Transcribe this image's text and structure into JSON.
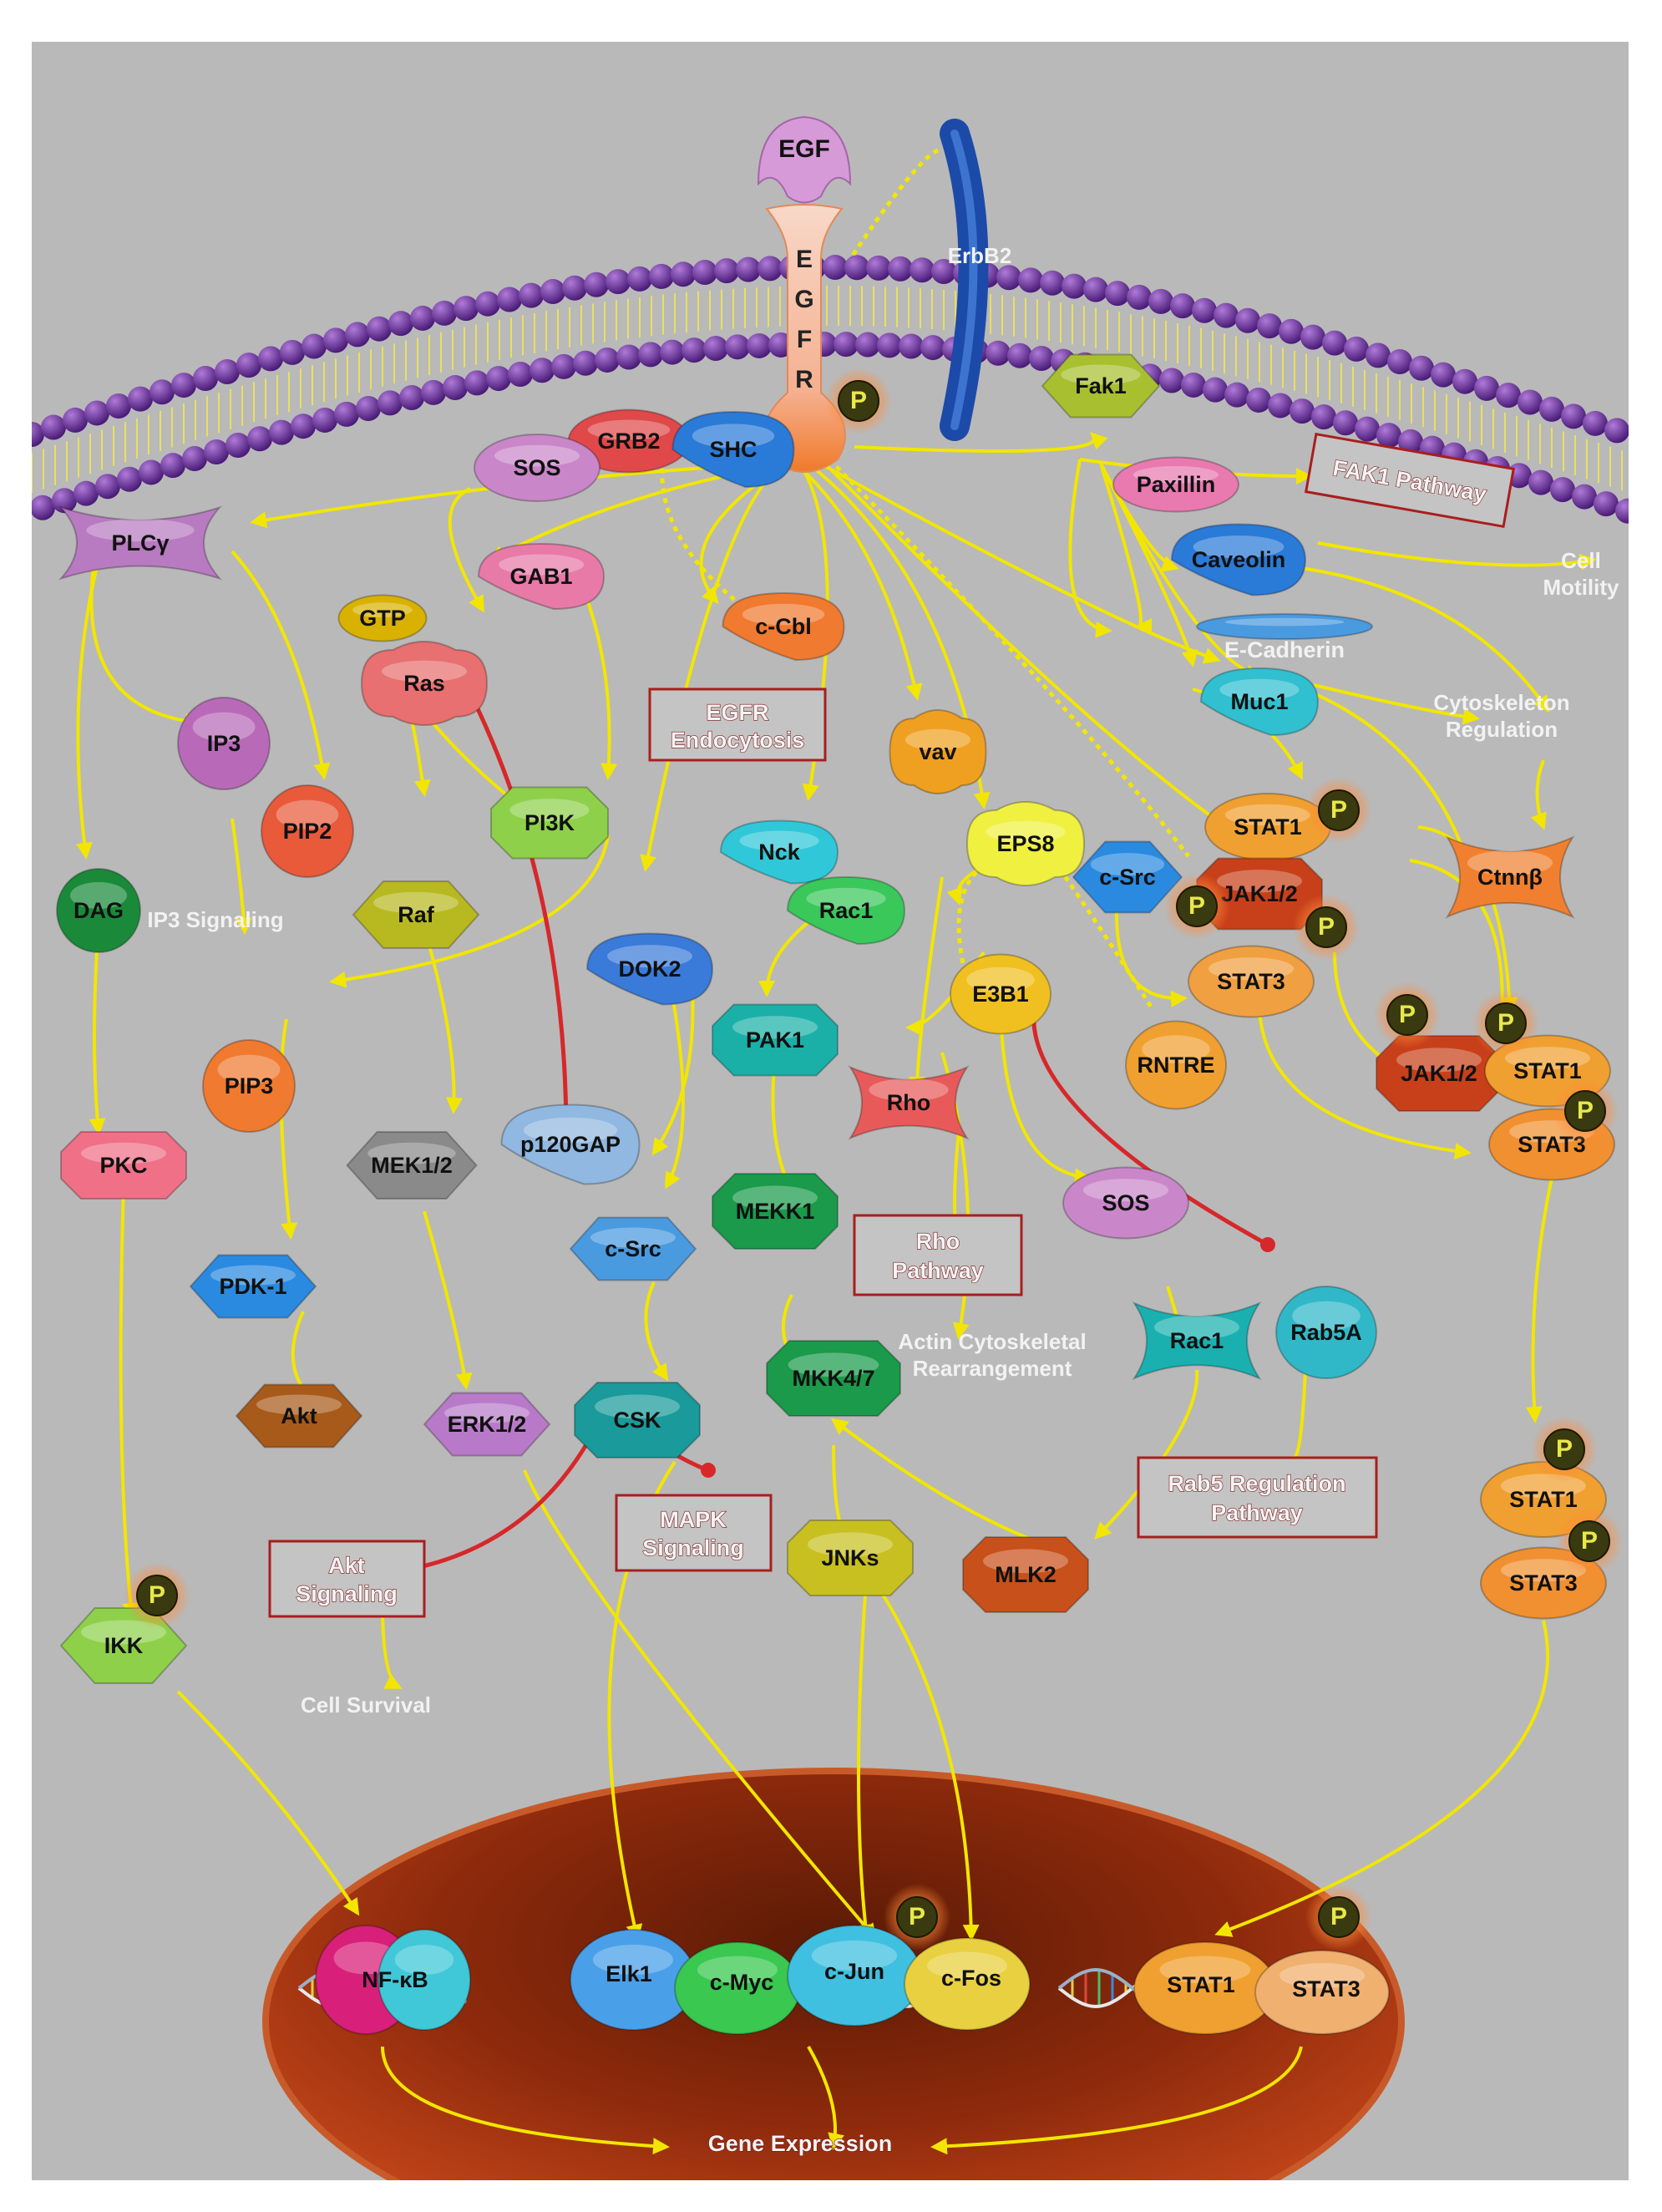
{
  "receptors": {
    "egf": "EGF",
    "egfr_letters": [
      "E",
      "G",
      "F",
      "R"
    ],
    "erbb2": "ErbB2"
  },
  "nodes": {
    "grb2": "GRB2",
    "shc": "SHC",
    "sos_top": "SOS",
    "plcg": "PLCγ",
    "gab1": "GAB1",
    "gtp": "GTP",
    "ras": "Ras",
    "ip3": "IP3",
    "pip2": "PIP2",
    "pi3k": "PI3K",
    "dag": "DAG",
    "raf": "Raf",
    "dok2": "DOK2",
    "pip3": "PIP3",
    "pkc": "PKC",
    "mek12": "MEK1/2",
    "p120gap": "p120GAP",
    "pdk1": "PDK-1",
    "csrc_left": "c-Src",
    "akt": "Akt",
    "erk12": "ERK1/2",
    "csk": "CSK",
    "ikk": "IKK",
    "ccbl": "c-Cbl",
    "vav": "vav",
    "nck": "Nck",
    "rac1_top": "Rac1",
    "pak1": "PAK1",
    "rho": "Rho",
    "mekk1": "MEKK1",
    "mkk47": "MKK4/7",
    "jnks": "JNKs",
    "eps8": "EPS8",
    "e3b1": "E3B1",
    "rntre": "RNTRE",
    "sos_mid": "SOS",
    "rac1_low": "Rac1",
    "rab5a": "Rab5A",
    "mlk2": "MLK2",
    "csrc_right": "c-Src",
    "fak1": "Fak1",
    "paxillin": "Paxillin",
    "caveolin": "Caveolin",
    "ecadherin": "E-Cadherin",
    "muc1": "Muc1",
    "stat1_a": "STAT1",
    "jak12_a": "JAK1/2",
    "stat3_a": "STAT3",
    "ctnnb": "Ctnnβ",
    "jak12_b": "JAK1/2",
    "stat1_b": "STAT1",
    "stat3_b": "STAT3",
    "stat1_c": "STAT1",
    "stat3_c": "STAT3"
  },
  "phospho": "P",
  "nucleus": {
    "nfkb": "NF-κB",
    "elk1": "Elk1",
    "cmyc": "c-Myc",
    "cjun": "c-Jun",
    "cfos": "c-Fos",
    "stat1": "STAT1",
    "stat3": "STAT3",
    "gene_expression": "Gene Expression"
  },
  "pathway_boxes": {
    "fak1": "FAK1 Pathway",
    "egfr_endo": [
      "EGFR",
      "Endocytosis"
    ],
    "rho": [
      "Rho",
      "Pathway"
    ],
    "mapk": [
      "MAPK",
      "Signaling"
    ],
    "akt": [
      "Akt",
      "Signaling"
    ],
    "rab5": [
      "Rab5 Regulation",
      "Pathway"
    ]
  },
  "labels": {
    "cell_motility": [
      "Cell",
      "Motility"
    ],
    "cytoskeleton": [
      "Cytoskeleton",
      "Regulation"
    ],
    "ip3_signaling": "IP3 Signaling",
    "actin": [
      "Actin Cytoskeletal",
      "Rearrangement"
    ],
    "cell_survival": "Cell Survival"
  },
  "colors": {
    "background": "#b9b9b9",
    "membrane": "#6a2f9a",
    "arrow": "#f2e600",
    "inhibit": "#d6282a",
    "nucleus": "#b33a12",
    "box_border": "#a81e1e"
  }
}
